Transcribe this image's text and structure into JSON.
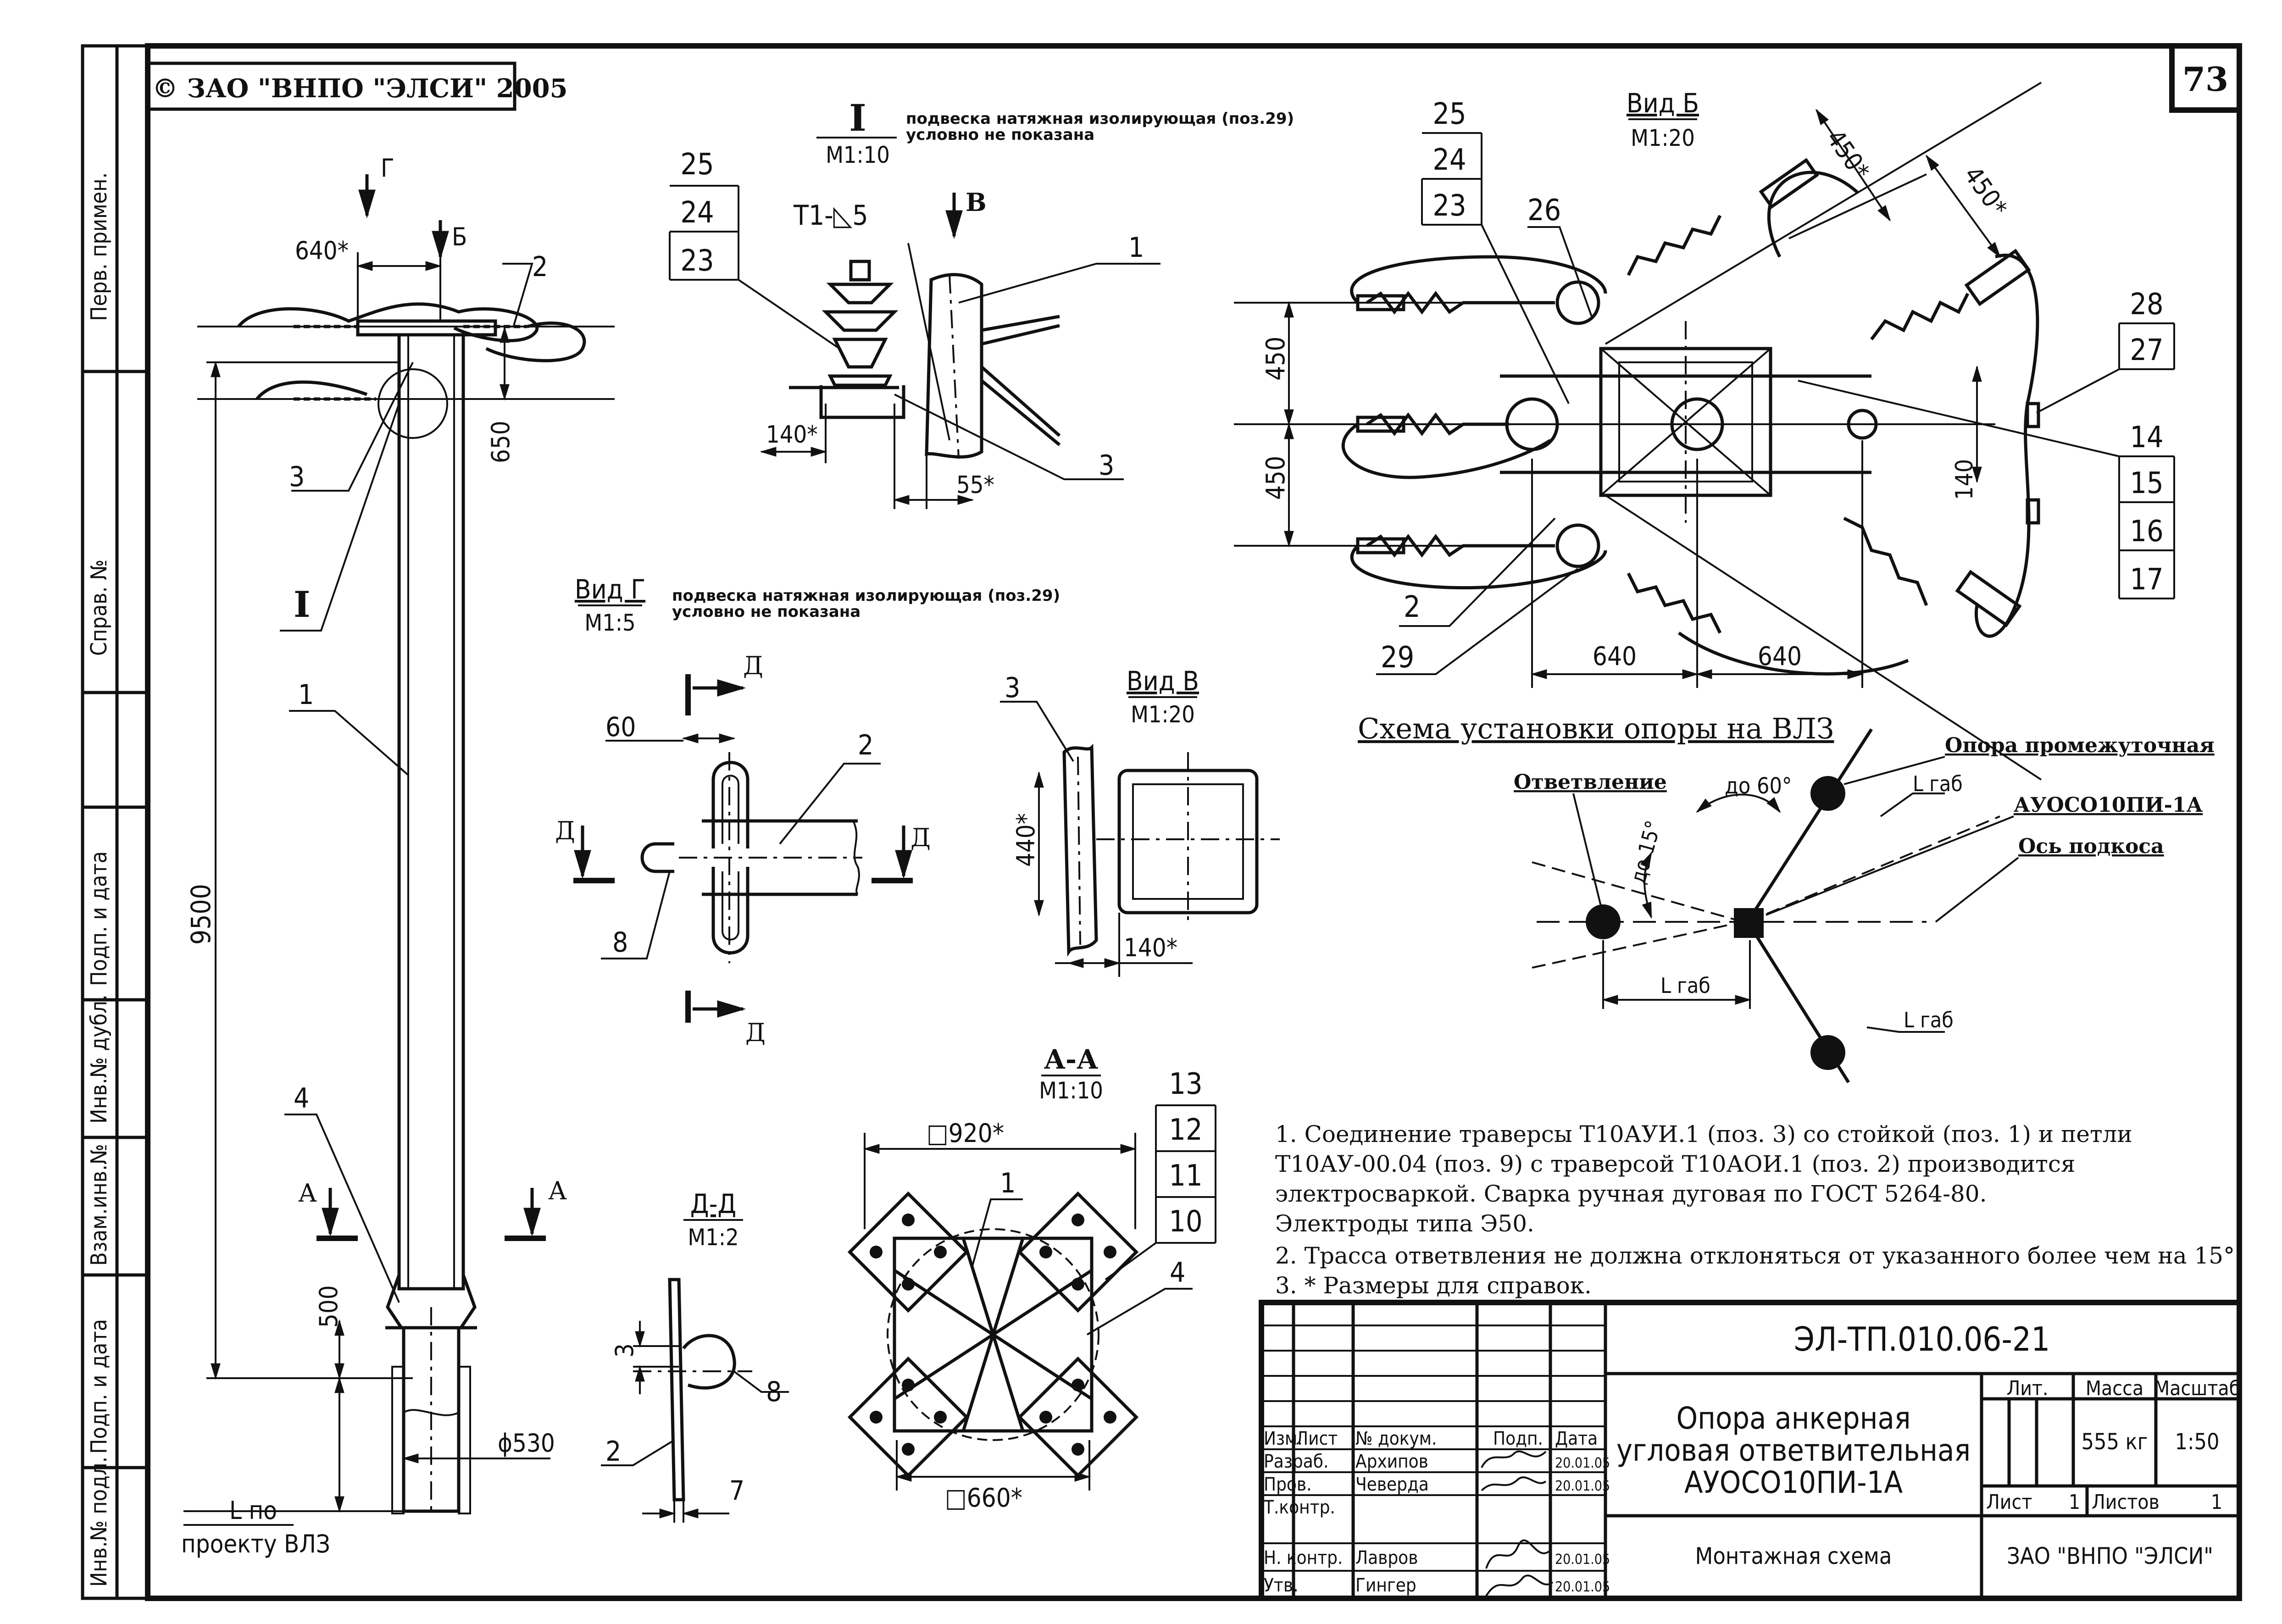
{
  "sheet": {
    "copyright": "© ЗАО \"ВНПО \"ЭЛСИ\" 2005",
    "page_number": "73",
    "side_stamps": [
      "Перв. примен.",
      "Справ. №",
      "Подп. и дата",
      "Инв.№ дубл.",
      "Взам.инв.№",
      "Подп. и дата",
      "Инв.№ подл."
    ]
  },
  "main_view": {
    "view_arrow_g": "Г",
    "view_arrow_b": "Б",
    "dim_640": "640*",
    "dim_650": "650",
    "dim_9500": "9500",
    "dim_500": "500",
    "dim_530": "ϕ530",
    "l_label_1": "L по",
    "l_label_2": "проекту ВЛЗ",
    "section_a_left": "А",
    "section_a_right": "А",
    "pos_1": "1",
    "pos_2": "2",
    "pos_3": "3",
    "pos_4": "4",
    "detail_i": "I"
  },
  "detail_i": {
    "title": "I",
    "scale": "М1:10",
    "note_1": "подвеска натяжная изолирующая (поз.29)",
    "note_2": "условно не показана",
    "weld": "Т1-◺5",
    "view_v": "В",
    "pos_25": "25",
    "pos_24": "24",
    "pos_23": "23",
    "pos_1": "1",
    "pos_3": "3",
    "dim_140": "140*",
    "dim_55": "55*"
  },
  "view_g": {
    "title": "Вид Г",
    "scale": "М1:5",
    "note_1": "подвеска натяжная изолирующая (поз.29)",
    "note_2": "условно не показана",
    "d_top": "Д",
    "d_bottom": "Д",
    "d_left": "Д",
    "d_right": "Д",
    "dim_60": "60",
    "pos_2": "2",
    "pos_8": "8"
  },
  "view_v": {
    "title": "Вид В",
    "scale": "М1:20",
    "pos_3": "3",
    "dim_440": "440*",
    "dim_140": "140*"
  },
  "section_dd": {
    "title": "Д-Д",
    "scale": "М1:2",
    "dim_3": "3",
    "dim_7": "7",
    "pos_2": "2",
    "pos_8": "8"
  },
  "section_aa": {
    "title": "А-А",
    "scale": "М1:10",
    "dim_920": "□920*",
    "dim_660": "□660*",
    "pos_1": "1",
    "pos_4": "4",
    "pos_13": "13",
    "pos_12": "12",
    "pos_11": "11",
    "pos_10": "10"
  },
  "view_b": {
    "title": "Вид Б",
    "scale": "М1:20",
    "dim_450a": "450*",
    "dim_450b": "450*",
    "dim_450_upper": "450",
    "dim_450_lower": "450",
    "dim_140": "140",
    "dim_640_left": "640",
    "dim_640_right": "640",
    "pos_25": "25",
    "pos_24": "24",
    "pos_23": "23",
    "pos_26": "26",
    "pos_28": "28",
    "pos_27": "27",
    "pos_14": "14",
    "pos_15": "15",
    "pos_16": "16",
    "pos_17": "17",
    "pos_2": "2",
    "pos_29": "29"
  },
  "scheme": {
    "title": "Схема установки опоры на ВЛЗ",
    "branch": "Ответвление",
    "intermediate": "Опора промежуточная",
    "pole_name": "АУОСО10ПИ-1А",
    "brace_axis": "Ось подкоса",
    "angle_60": "до 60°",
    "angle_15": "до 15°",
    "l_gab_1": "L габ",
    "l_gab_2": "L габ",
    "l_gab_3": "L габ"
  },
  "notes": [
    "1. Соединение траверсы Т10АУИ.1 (поз. 3) со стойкой (поз. 1) и петли",
    "    Т10АУ-00.04 (поз. 9) с траверсой Т10АОИ.1 (поз. 2) производится",
    "    электросваркой. Сварка ручная дуговая по ГОСТ 5264-80.",
    "    Электроды типа Э50.",
    "2. Трасса ответвления не должна отклоняться от указанного более чем на 15°.",
    "3. * Размеры для справок."
  ],
  "title_block": {
    "doc_code": "ЭЛ-ТП.010.06-21",
    "name_1": "Опора анкерная",
    "name_2": "угловая ответвительная",
    "name_3": "АУОСО10ПИ-1А",
    "subtitle": "Монтажная схема",
    "company": "ЗАО \"ВНПО \"ЭЛСИ\"",
    "hdr_izm": "Изм.",
    "hdr_list": "Лист",
    "hdr_doc": "№ докум.",
    "hdr_sign": "Подп.",
    "hdr_date": "Дата",
    "row_razrab": "Разраб.",
    "row_prov": "Пров.",
    "row_tkontr": "Т.контр.",
    "row_nkontr": "Н. контр.",
    "row_utv": "Утв.",
    "name_razrab": "Архипов",
    "name_prov": "Чеверда",
    "name_nkontr": "Лавров",
    "name_utv": "Гингер",
    "date_razrab": "20.01.05",
    "date_prov": "20.01.05",
    "date_nkontr": "20.01.05",
    "date_utv": "20.01.05",
    "lit_hdr": "Лит.",
    "mass_hdr": "Масса",
    "scale_hdr": "Масштаб",
    "mass_val": "555 кг",
    "scale_val": "1:50",
    "sheet_lbl": "Лист",
    "sheet_val": "1",
    "sheets_lbl": "Листов",
    "sheets_val": "1"
  }
}
